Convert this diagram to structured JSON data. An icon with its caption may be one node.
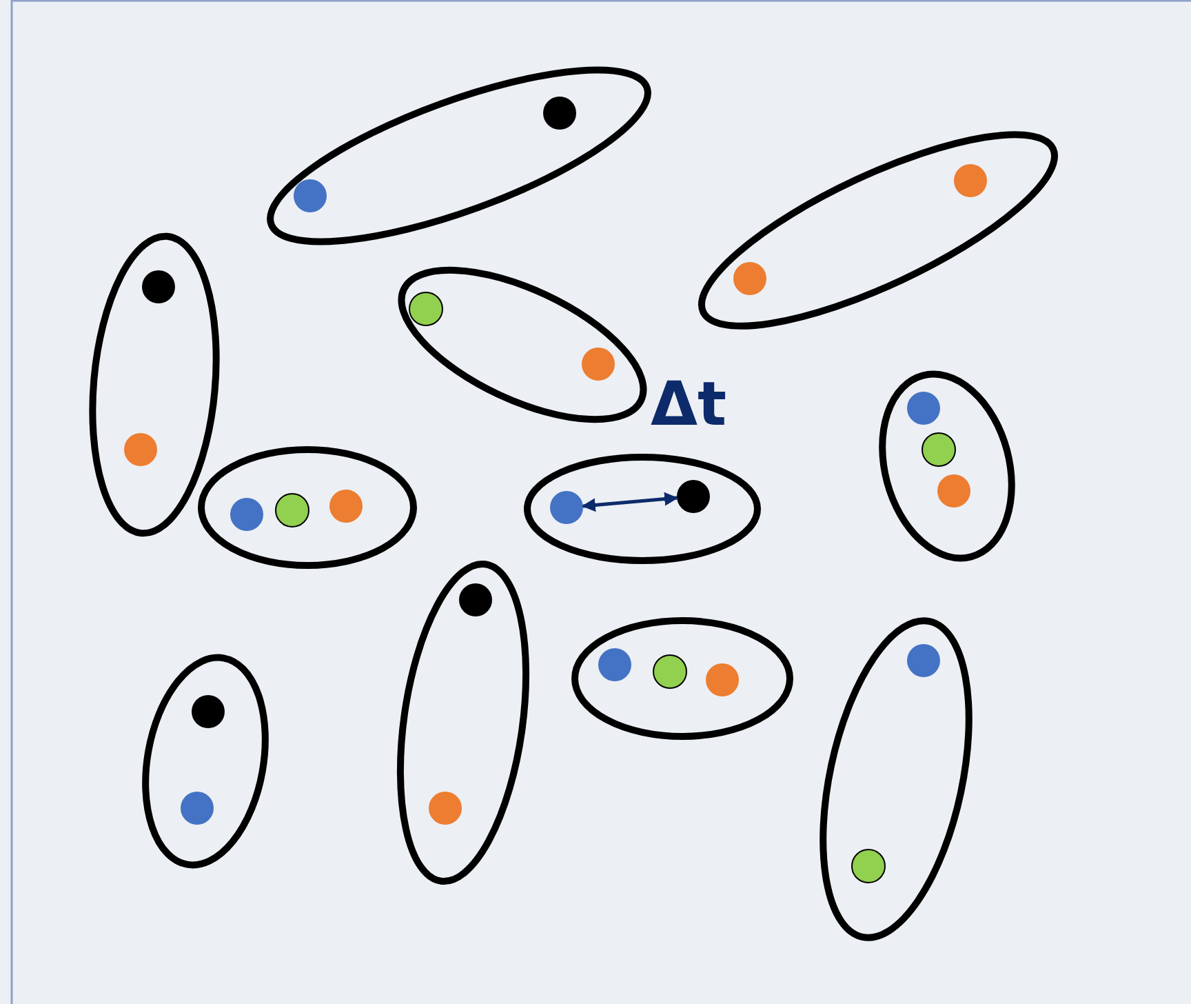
{
  "diagram": {
    "nodes": [
      {
        "text": [],
        "shape": "ellipse"
      },
      {
        "text": [],
        "shape": "circle",
        "in": 0
      },
      {
        "text": [],
        "shape": "circle",
        "in": 0
      }
    ],
    "edges": [
      {
        "from": 1,
        "to": 2,
        "arrow": "both",
        "label": "Δt"
      }
    ]
  }
}
